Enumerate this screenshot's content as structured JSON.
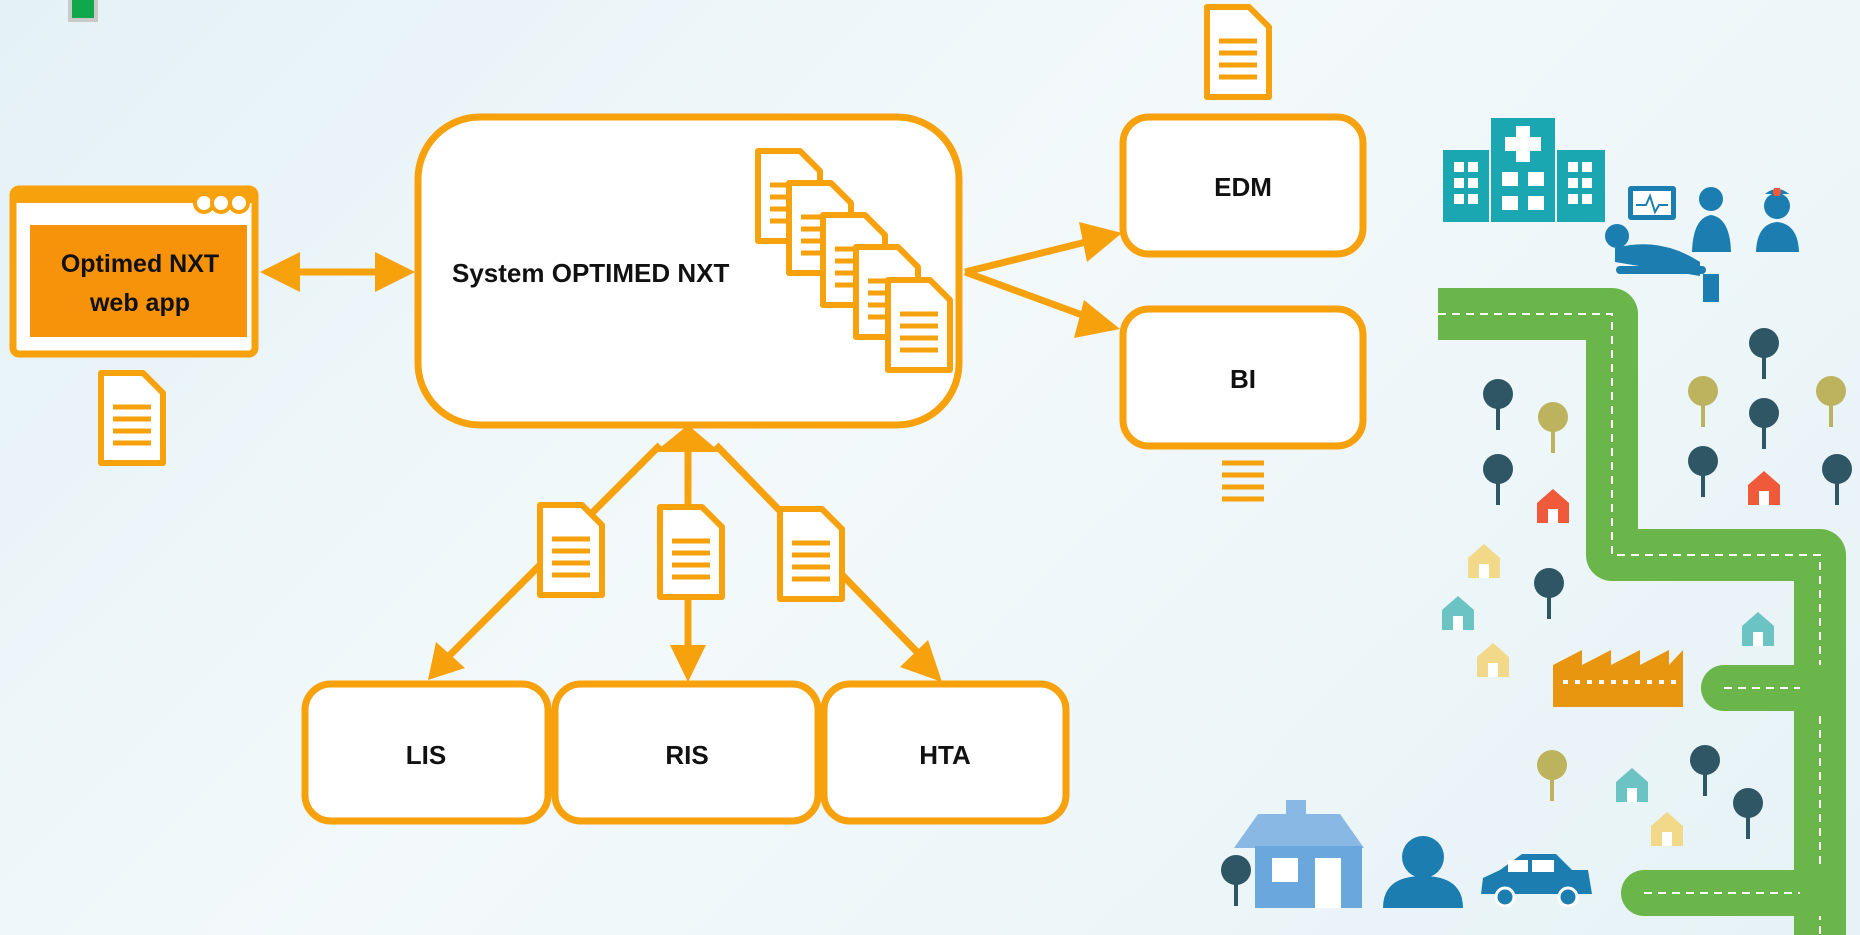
{
  "colors": {
    "accent": "#f7a10c",
    "box_fill": "#ffffff",
    "label": "#111111",
    "background": "#eaf4f8",
    "road": "#6bb64a",
    "hospital": "#1aa7b1",
    "tree_dark": "#2f5664",
    "tree_olive": "#bdb25d",
    "house_red": "#ef5a3a",
    "house_teal": "#6cc3c4",
    "house_yellow": "#f2d98a",
    "factory": "#e8960f",
    "home_blue": "#6aa7dd",
    "person": "#1c7db1"
  },
  "nodes": {
    "webapp": {
      "label_line1": "Optimed NXT",
      "label_line2": "web app"
    },
    "system": {
      "label": "System OPTIMED NXT"
    },
    "edm": {
      "label": "EDM"
    },
    "bi": {
      "label": "BI"
    },
    "lis": {
      "label": "LIS"
    },
    "ris": {
      "label": "RIS"
    },
    "hta": {
      "label": "HTA"
    }
  },
  "icons": {
    "document": "document-icon",
    "browser_dots": "window-controls-icon",
    "hospital": "hospital-building-icon",
    "medical_staff": "medical-staff-icon",
    "city_road": "city-road-illustration",
    "factory": "factory-icon",
    "home": "home-icon",
    "user": "person-icon",
    "car": "car-icon",
    "tree": "tree-icon",
    "house": "house-icon",
    "corner_marker": "green-square-icon"
  }
}
